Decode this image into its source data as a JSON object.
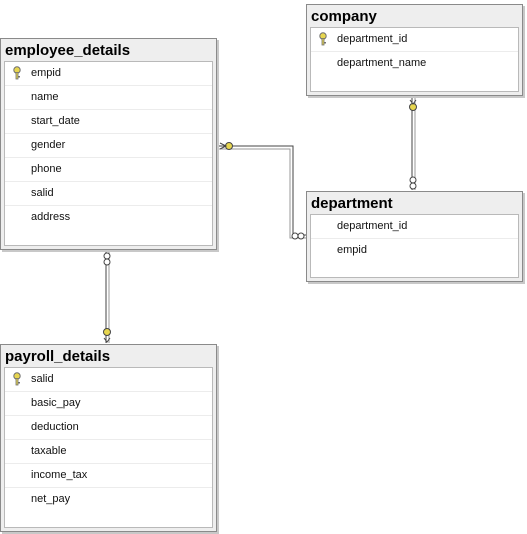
{
  "tables": {
    "employee_details": {
      "name": "employee_details",
      "columns": [
        "empid",
        "name",
        "start_date",
        "gender",
        "phone",
        "salid",
        "address"
      ]
    },
    "company": {
      "name": "company",
      "columns": [
        "department_id",
        "department_name"
      ]
    },
    "department": {
      "name": "department",
      "columns": [
        "department_id",
        "empid"
      ]
    },
    "payroll_details": {
      "name": "payroll_details",
      "columns": [
        "salid",
        "basic_pay",
        "deduction",
        "taxable",
        "income_tax",
        "net_pay"
      ]
    }
  },
  "colors": {
    "key_fill": "#e7d64f",
    "connector": "#6f6f6f",
    "line": "#444444"
  },
  "icons": {
    "primary_key": "key-icon",
    "relationship_one": "key-end-icon",
    "relationship_many": "infinity-end-icon"
  }
}
